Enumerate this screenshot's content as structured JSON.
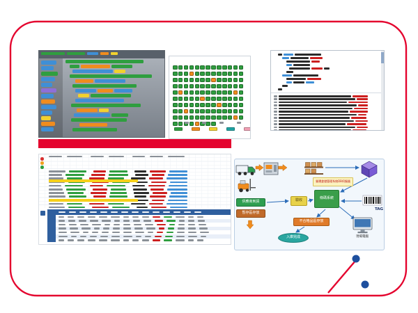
{
  "slide": {
    "bg": "#ffffff"
  },
  "colors": {
    "accent_red": "#e4032e",
    "dot_blue": "#1d4f9e",
    "g": "#2f9e3f",
    "o": "#f08c1e",
    "b": "#3f8fd6",
    "y": "#f2d12e",
    "p": "#8f6fd8",
    "k": "#2b2b2b",
    "r": "#cc1f1f",
    "t": "#1fa3a3",
    "pink": "#f2a0b5",
    "gray": "#8a9097",
    "w": "#f2f5f8"
  },
  "block_editor": {
    "toolbar": [
      [
        "g",
        34
      ],
      [
        "g",
        26
      ],
      [
        "b",
        16
      ],
      [
        "o",
        12
      ],
      [
        "y",
        10
      ]
    ],
    "palette": [
      [
        "b",
        22
      ],
      [
        "b",
        18
      ],
      [
        "g",
        24
      ],
      [
        "b",
        20
      ],
      [
        "b",
        16
      ],
      [
        "p",
        22
      ],
      [
        "b",
        18
      ],
      [
        "o",
        20
      ],
      [
        "b",
        22
      ],
      [
        "b",
        16
      ],
      [
        "y",
        14
      ],
      [
        "o",
        20
      ],
      [
        "b",
        18
      ]
    ],
    "rows": [
      {
        "i": 2,
        "s": [
          [
            "g",
            112
          ]
        ]
      },
      {
        "i": 8,
        "s": [
          [
            "g",
            14
          ],
          [
            "o",
            42
          ],
          [
            "g",
            30
          ]
        ]
      },
      {
        "i": 12,
        "s": [
          [
            "b",
            58
          ],
          [
            "y",
            16
          ]
        ]
      },
      {
        "i": 8,
        "s": [
          [
            "g",
            118
          ]
        ]
      },
      {
        "i": 16,
        "s": [
          [
            "o",
            26
          ],
          [
            "b",
            44
          ]
        ]
      },
      {
        "i": 12,
        "s": [
          [
            "g",
            92
          ]
        ]
      },
      {
        "i": 16,
        "s": [
          [
            "b",
            30
          ],
          [
            "o",
            22
          ],
          [
            "b",
            26
          ]
        ]
      },
      {
        "i": 20,
        "s": [
          [
            "y",
            16
          ],
          [
            "g",
            58
          ]
        ]
      },
      {
        "i": 16,
        "s": [
          [
            "b",
            70
          ]
        ]
      },
      {
        "i": 10,
        "s": [
          [
            "g",
            100
          ]
        ]
      },
      {
        "i": 18,
        "s": [
          [
            "o",
            30
          ],
          [
            "y",
            14
          ]
        ]
      },
      {
        "i": 14,
        "s": [
          [
            "b",
            52
          ],
          [
            "g",
            24
          ]
        ]
      },
      {
        "i": 10,
        "s": [
          [
            "g",
            80
          ]
        ]
      },
      {
        "i": 22,
        "s": [
          [
            "o",
            40
          ]
        ]
      },
      {
        "i": 12,
        "s": [
          [
            "g",
            64
          ]
        ]
      }
    ]
  },
  "status_grid": {
    "pattern": [
      "ggggggggggggg",
      "gggoggggggggg",
      "gggggggoggggg",
      "ggggggggggggg",
      "gogggggggggog",
      "gggggoggggggg",
      "ggggggggogggg",
      "ggogggggggggg",
      "gggggggggggog",
      "ggggoggg....."
    ],
    "legend": [
      "g",
      "o",
      "y",
      "t",
      "pink"
    ]
  },
  "code_editor": {
    "code_lines": [
      {
        "i": 2,
        "s": [
          [
            "k",
            6
          ],
          [
            "b",
            14
          ],
          [
            "k",
            38
          ]
        ]
      },
      {
        "i": 8,
        "s": [
          [
            "b",
            10
          ],
          [
            "k",
            26
          ],
          [
            "r",
            18
          ]
        ]
      },
      {
        "i": 14,
        "s": [
          [
            "k",
            34
          ],
          [
            "r",
            12
          ]
        ]
      },
      {
        "i": 14,
        "s": [
          [
            "b",
            8
          ],
          [
            "k",
            24
          ]
        ]
      },
      {
        "i": 18,
        "s": [
          [
            "k",
            30
          ],
          [
            "r",
            16
          ],
          [
            "k",
            8
          ]
        ]
      },
      {
        "i": 14,
        "s": [
          [
            "k",
            10
          ]
        ]
      },
      {
        "i": 8,
        "s": [
          [
            "b",
            14
          ],
          [
            "k",
            36
          ]
        ]
      },
      {
        "i": 14,
        "s": [
          [
            "k",
            28
          ],
          [
            "r",
            20
          ]
        ]
      },
      {
        "i": 14,
        "s": [
          [
            "b",
            8
          ],
          [
            "k",
            16
          ],
          [
            "b",
            12
          ]
        ]
      },
      {
        "i": 8,
        "s": [
          [
            "k",
            8
          ]
        ]
      },
      {
        "i": 2,
        "s": [
          [
            "k",
            6
          ]
        ]
      }
    ],
    "log_lines": [
      [
        104,
        22
      ],
      [
        110,
        16
      ],
      [
        98,
        28
      ],
      [
        112,
        14
      ],
      [
        106,
        20
      ],
      [
        100,
        26
      ],
      [
        112,
        12
      ],
      [
        102,
        22
      ],
      [
        108,
        18
      ],
      [
        96,
        28
      ],
      [
        110,
        16
      ],
      [
        104,
        20
      ],
      [
        99,
        24
      ]
    ]
  },
  "sheet": {
    "upper_rows": 13,
    "upper_cols": [
      [
        "gray",
        24
      ],
      [
        "g",
        28
      ],
      [
        "r",
        24
      ],
      [
        "g",
        28
      ],
      [
        "k",
        22
      ],
      [
        "r",
        24
      ],
      [
        "b",
        30
      ]
    ],
    "table_cols": 14,
    "table_rows": 7
  },
  "flow": {
    "supplier": "供應商到貨",
    "staging": "暫存區存放",
    "inspect": "驗收",
    "system": "營運倉儲管理系統DB伺服器",
    "barcode_system": "條碼系統",
    "tag": "TAG",
    "reject": "不合格品區存放",
    "done": "入庫完成",
    "computer": "現場電腦"
  }
}
